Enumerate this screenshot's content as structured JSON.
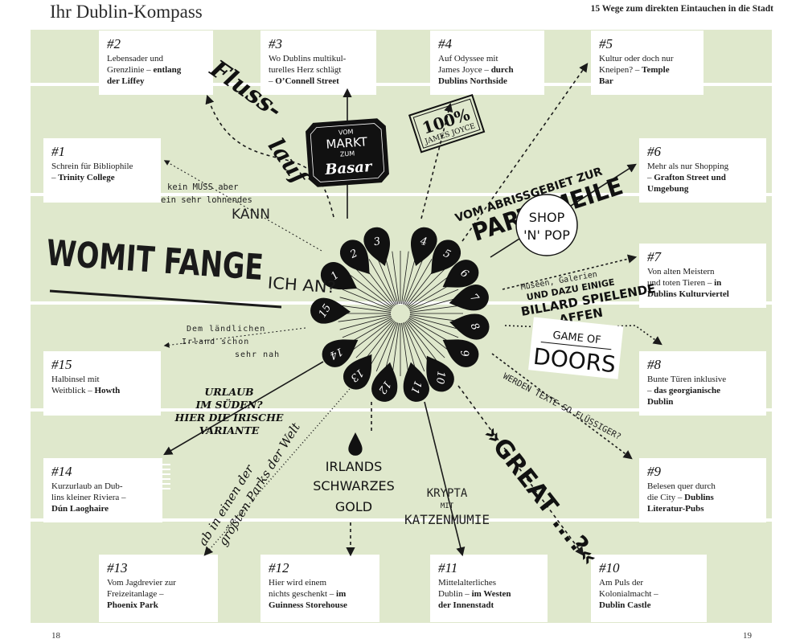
{
  "header": {
    "title": "Ihr Dublin-Kompass",
    "subtitle": "15 Wege zum direkten Eintauchen in die Stadt"
  },
  "page_numbers": {
    "left": "18",
    "right": "19"
  },
  "cards": [
    {
      "id": "1",
      "num": "#1",
      "pre": "Schrein für Bibliophile\n– ",
      "bold": "Trinity College",
      "post": ""
    },
    {
      "id": "2",
      "num": "#2",
      "pre": "Lebensader und\nGrenzlinie – ",
      "bold": "entlang\nder Liffey",
      "post": ""
    },
    {
      "id": "3",
      "num": "#3",
      "pre": "Wo Dublins multikul-\nturelles Herz schlägt\n– ",
      "bold": "O’Connell Street",
      "post": ""
    },
    {
      "id": "4",
      "num": "#4",
      "pre": "Auf Odyssee mit\nJames Joyce – ",
      "bold": "durch\nDublins Northside",
      "post": ""
    },
    {
      "id": "5",
      "num": "#5",
      "pre": "Kultur oder doch nur\nKneipen? – ",
      "bold": "Temple\nBar",
      "post": ""
    },
    {
      "id": "6",
      "num": "#6",
      "pre": "Mehr als nur Shopping\n– ",
      "bold": "Grafton Street und\nUmgebung",
      "post": ""
    },
    {
      "id": "7",
      "num": "#7",
      "pre": "Von alten Meistern\nund toten Tieren – ",
      "bold": "in\nDublins Kulturviertel",
      "post": ""
    },
    {
      "id": "8",
      "num": "#8",
      "pre": "Bunte Türen inklusive\n– ",
      "bold": "das georgianische\nDublin",
      "post": ""
    },
    {
      "id": "9",
      "num": "#9",
      "pre": "Belesen quer durch\ndie City – ",
      "bold": "Dublins\nLiteratur-Pubs",
      "post": ""
    },
    {
      "id": "10",
      "num": "#10",
      "pre": "Am Puls der\nKolonialmacht –\n",
      "bold": "Dublin Castle",
      "post": ""
    },
    {
      "id": "11",
      "num": "#11",
      "pre": "Mittelalterliches\nDublin – ",
      "bold": "im Westen\nder Innenstadt",
      "post": ""
    },
    {
      "id": "12",
      "num": "#12",
      "pre": "Hier wird einem\nnichts geschenkt – ",
      "bold": "im\nGuinness Storehouse",
      "post": ""
    },
    {
      "id": "13",
      "num": "#13",
      "pre": "Vom Jagdrevier zur\nFreizeitanlage –\n",
      "bold": "Phoenix Park",
      "post": ""
    },
    {
      "id": "14",
      "num": "#14",
      "pre": "Kurzurlaub an Dub-\nlins kleiner Riviera –\n",
      "bold": "Dún Laoghaire",
      "post": ""
    },
    {
      "id": "15",
      "num": "#15",
      "pre": "Halbinsel mit\nWeitblick – ",
      "bold": "Howth",
      "post": ""
    }
  ],
  "pins": [
    "1",
    "2",
    "3",
    "4",
    "5",
    "6",
    "7",
    "8",
    "9",
    "10",
    "11",
    "12",
    "13",
    "14",
    "15"
  ],
  "labels": {
    "main_1": "WOMIT FANGE",
    "main_2": "ICH AN?",
    "fluss": "Fluss-",
    "lauf": "lauf",
    "muss_1": "kein MUSS aber",
    "muss_2": "ein sehr lohnendes",
    "muss_3": "KANN",
    "markt_1": "VOM",
    "markt_2": "MARKT",
    "markt_3": "ZUM",
    "markt_4": "Basar",
    "joyce_1": "100%",
    "joyce_2": "JAMES JOYCE",
    "abriss_1": "VOM ABRISSGEBIET ZUR",
    "abriss_2": "PARTYMEILE",
    "shop_1": "SHOP",
    "shop_2": "'N' POP",
    "museen_1": "Museen, Galerien",
    "museen_2": "UND DAZU EINIGE",
    "museen_3": "BILLARD SPIELENDE",
    "museen_4": "AFFEN",
    "game_1": "GAME OF",
    "game_2": "DOORS",
    "texte": "WERDEN TEXTE SO FLÜSSIGER?",
    "great": "»GREAT ...?«",
    "krypta_1": "KRYPTA",
    "krypta_2": "MIT",
    "krypta_3": "KATZENMUMIE",
    "gold_1": "IRLANDS",
    "gold_2": "SCHWARZES",
    "gold_3": "GOLD",
    "park_1": "ab in einen der",
    "park_2": "größten Parks der Welt",
    "sueden_1": "URLAUB",
    "sueden_2": "IM SÜDEN?",
    "sueden_3": "HIER DIE IRISCHE",
    "sueden_4": "VARIANTE",
    "laendlich_1": "Dem ländlichen",
    "laendlich_2": "Irland schon",
    "laendlich_3": "sehr nah"
  },
  "colors": {
    "background_green": "#dfe8cc",
    "card_white": "#ffffff",
    "ink": "#1a1a1a"
  }
}
